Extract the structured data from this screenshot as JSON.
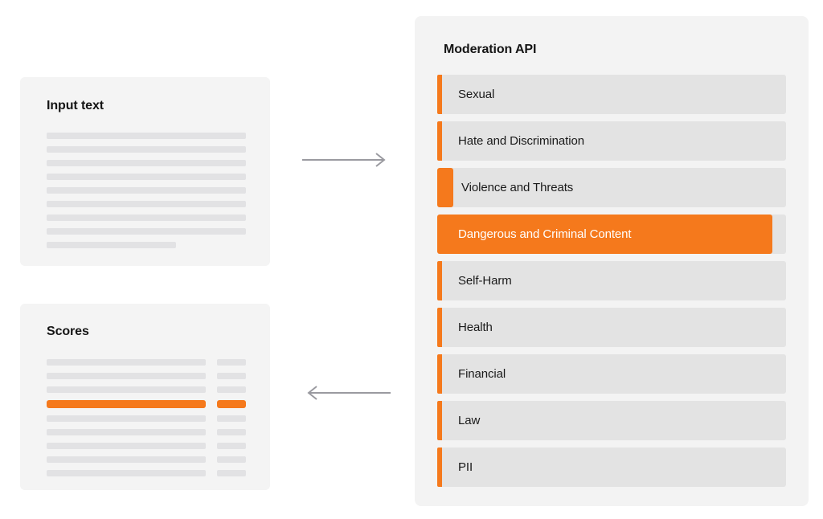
{
  "accent_color": "#f5791c",
  "panel_bg": "#f3f3f3",
  "row_bg": "#e3e3e3",
  "skeleton_color": "#e2e2e4",
  "arrow_color": "#9a9aa0",
  "input_card": {
    "title": "Input text",
    "lines": [
      {
        "width": "full"
      },
      {
        "width": "full"
      },
      {
        "width": "full"
      },
      {
        "width": "full"
      },
      {
        "width": "full"
      },
      {
        "width": "full"
      },
      {
        "width": "full"
      },
      {
        "width": "full"
      },
      {
        "width": "short"
      }
    ]
  },
  "scores_card": {
    "title": "Scores",
    "rows": [
      {
        "flagged": false
      },
      {
        "flagged": false
      },
      {
        "flagged": false
      },
      {
        "flagged": true
      },
      {
        "flagged": false
      },
      {
        "flagged": false
      },
      {
        "flagged": false
      },
      {
        "flagged": false
      },
      {
        "flagged": false
      }
    ]
  },
  "arrows": [
    {
      "name": "arrow-to-api",
      "direction": "right"
    },
    {
      "name": "arrow-to-scores",
      "direction": "left"
    }
  ],
  "api_panel": {
    "title": "Moderation API",
    "categories": [
      {
        "label": "Sexual",
        "accent": "thin",
        "flagged": false
      },
      {
        "label": "Hate and Discrimination",
        "accent": "thin",
        "flagged": false
      },
      {
        "label": "Violence and Threats",
        "accent": "wide",
        "flagged": false
      },
      {
        "label": "Dangerous and Criminal Content",
        "accent": "full",
        "flagged": true
      },
      {
        "label": "Self-Harm",
        "accent": "thin",
        "flagged": false
      },
      {
        "label": "Health",
        "accent": "thin",
        "flagged": false
      },
      {
        "label": "Financial",
        "accent": "thin",
        "flagged": false
      },
      {
        "label": "Law",
        "accent": "thin",
        "flagged": false
      },
      {
        "label": "PII",
        "accent": "thin",
        "flagged": false
      }
    ]
  }
}
